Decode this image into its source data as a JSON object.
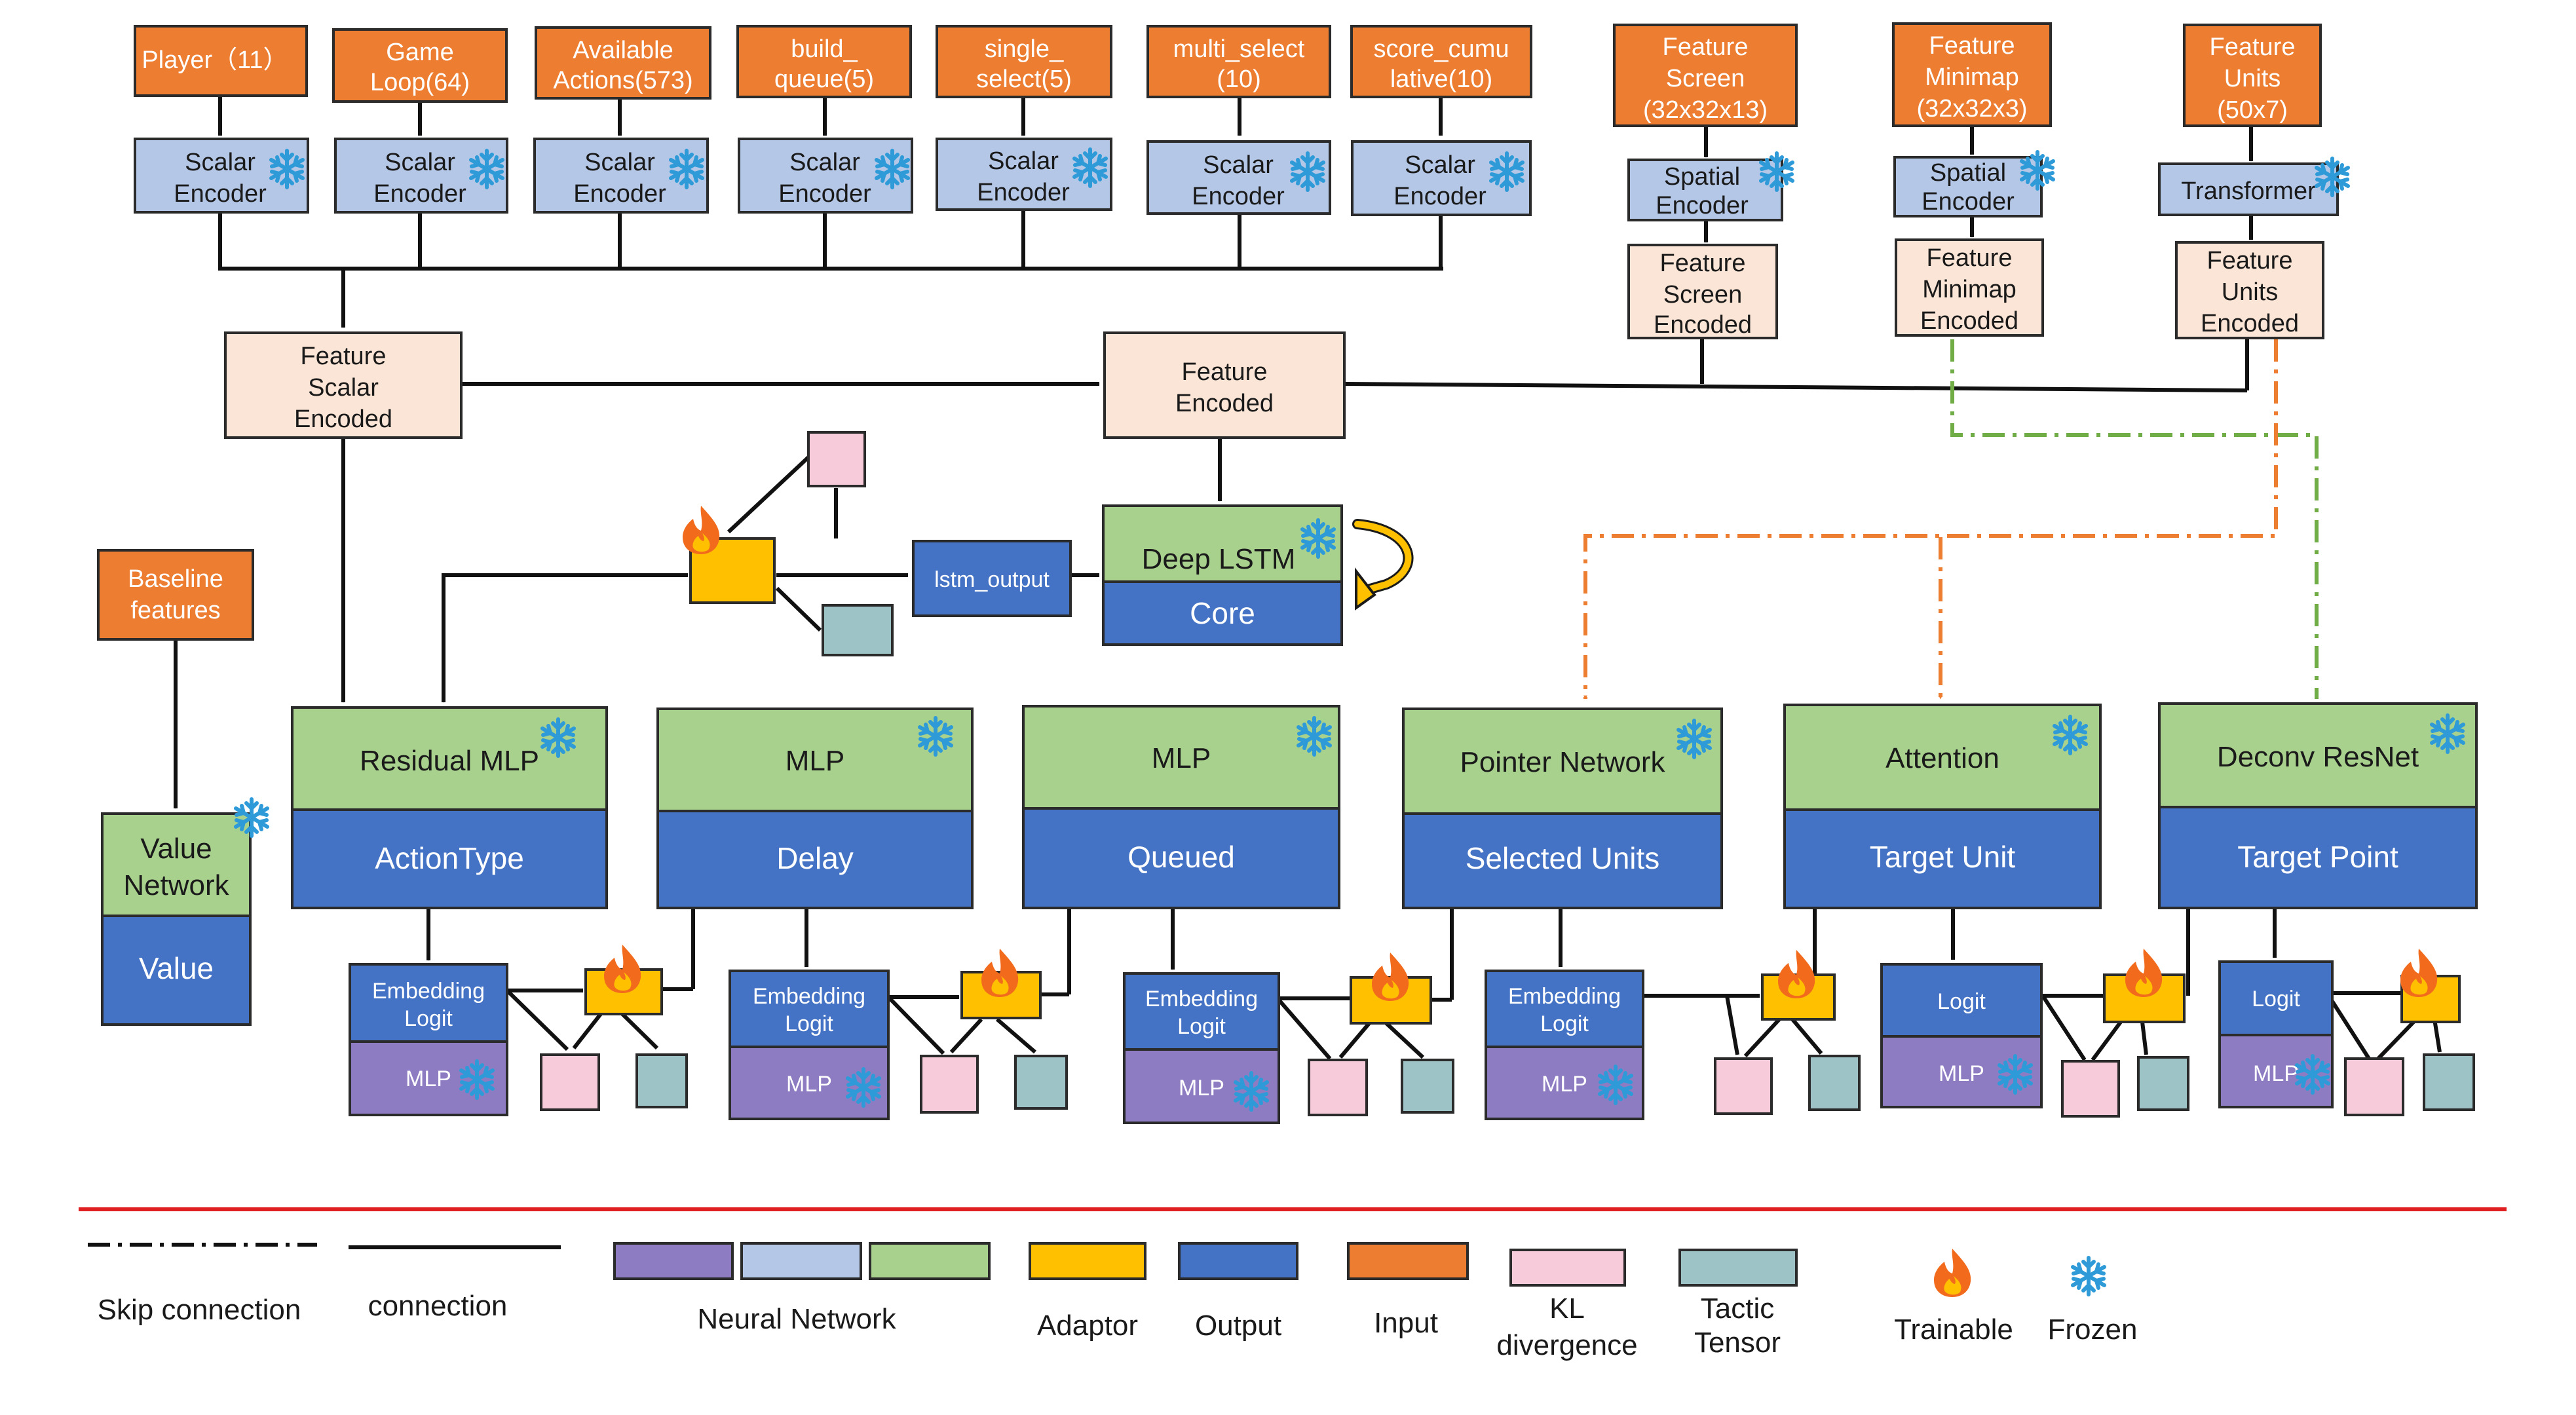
{
  "inputs": {
    "player": [
      "Player（11）"
    ],
    "game_loop": [
      "Game",
      "Loop(64)"
    ],
    "available_actions": [
      "Available",
      "Actions(573)"
    ],
    "build_queue": [
      "build_",
      "queue(5)"
    ],
    "single_select": [
      "single_",
      "select(5)"
    ],
    "multi_select": [
      "multi_select",
      "(10)"
    ],
    "score_cumulative": [
      "score_cumu",
      "lative(10)"
    ],
    "feature_screen": [
      "Feature",
      "Screen",
      "(32x32x13)"
    ],
    "feature_minimap": [
      "Feature",
      "Minimap",
      "(32x32x3)"
    ],
    "feature_units": [
      "Feature",
      "Units",
      "(50x7)"
    ],
    "baseline": [
      "Baseline",
      "features"
    ]
  },
  "encoders": {
    "scalar": [
      "Scalar",
      "Encoder"
    ],
    "spatial": [
      "Spatial",
      "Encoder"
    ],
    "transformer": [
      "Transformer"
    ]
  },
  "encoded": {
    "screen": [
      "Feature",
      "Screen",
      "Encoded"
    ],
    "minimap": [
      "Feature",
      "Minimap",
      "Encoded"
    ],
    "units": [
      "Feature",
      "Units",
      "Encoded"
    ],
    "scalar": [
      "Feature",
      "Scalar",
      "Encoded"
    ],
    "combined": [
      "Feature",
      "Encoded"
    ]
  },
  "core": {
    "lstm_output": "lstm_output",
    "deep_lstm": "Deep LSTM",
    "core": "Core"
  },
  "value": {
    "network": [
      "Value",
      "Network"
    ],
    "output": "Value"
  },
  "heads": [
    {
      "network": "Residual MLP",
      "output": "ActionType",
      "logit": [
        "Embedding",
        "Logit"
      ],
      "mlp": "MLP"
    },
    {
      "network": "MLP",
      "output": "Delay",
      "logit": [
        "Embedding",
        "Logit"
      ],
      "mlp": "MLP"
    },
    {
      "network": "MLP",
      "output": "Queued",
      "logit": [
        "Embedding",
        "Logit"
      ],
      "mlp": "MLP"
    },
    {
      "network": "Pointer Network",
      "output": "Selected Units",
      "logit": [
        "Embedding",
        "Logit"
      ],
      "mlp": "MLP"
    },
    {
      "network": "Attention",
      "output": "Target Unit",
      "logit": [
        "Logit"
      ],
      "mlp": "MLP"
    },
    {
      "network": "Deconv ResNet",
      "output": "Target Point",
      "logit": [
        "Logit"
      ],
      "mlp": "MLP"
    }
  ],
  "legend": {
    "skip_connection": "Skip connection",
    "connection": "connection",
    "neural_network": "Neural Network",
    "adaptor": "Adaptor",
    "output": "Output",
    "input": "Input",
    "kl": [
      "KL",
      "divergence"
    ],
    "tactic": [
      "Tactic",
      "Tensor"
    ],
    "trainable": "Trainable",
    "frozen": "Frozen"
  },
  "colors": {
    "input": "#ED7D31",
    "encoder": "#B4C7E7",
    "encoded": "#FBE5D6",
    "neural_network_green": "#A9D18E",
    "output": "#4472C4",
    "mlp_purple": "#8E7CC3",
    "adaptor": "#FFC000",
    "kl_divergence": "#F8CBDB",
    "tactic_tensor": "#9DC3C6",
    "skip_orange": "#ED7D31",
    "skip_green": "#70AD47",
    "separator": "#E02020",
    "frozen_icon": "#2E9BD8",
    "trainable_icon": "#F26B1D"
  },
  "icons": {
    "frozen": "snowflake-icon",
    "trainable": "fire-icon"
  }
}
